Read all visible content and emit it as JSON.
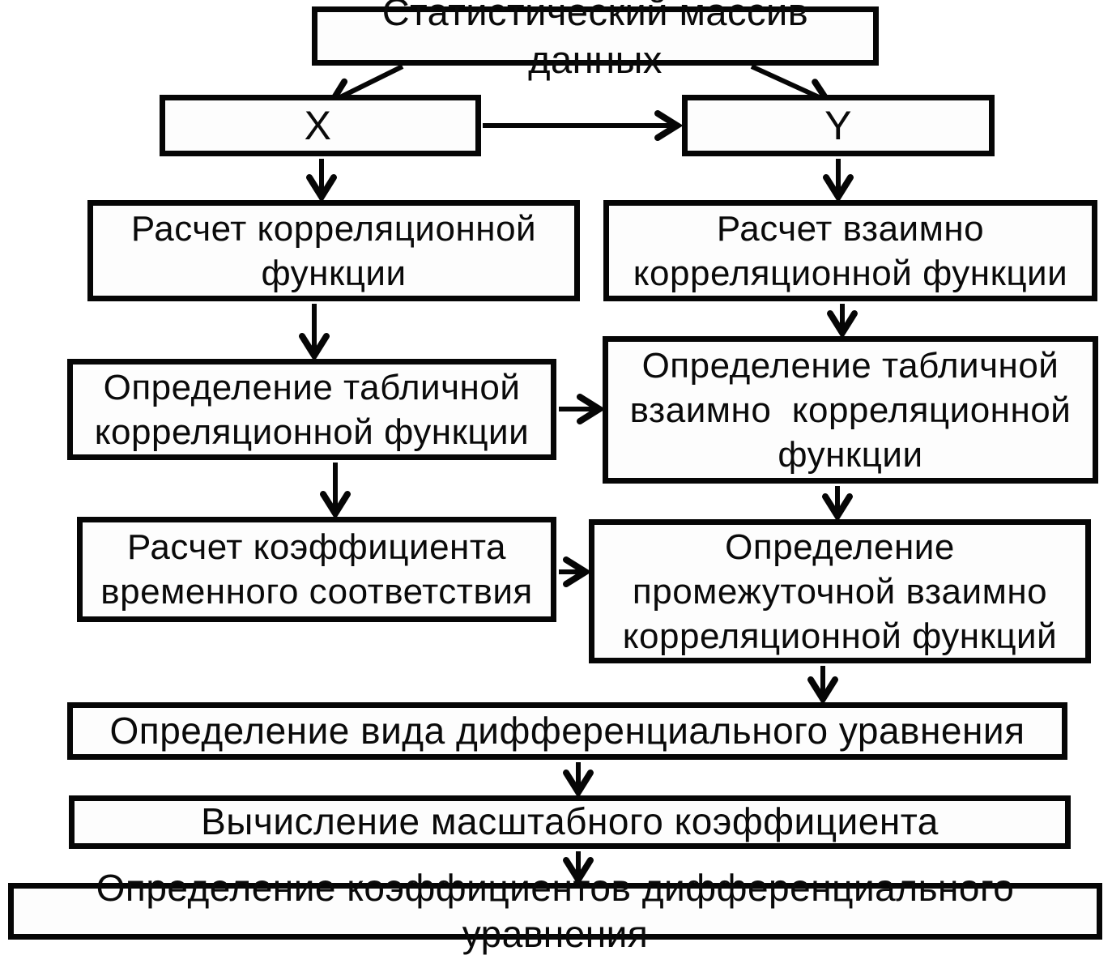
{
  "colors": {
    "ink": "#060606",
    "background": "#ffffff"
  },
  "diagram": {
    "nodes": {
      "source": {
        "label": "Статистический массив данных"
      },
      "x_series": {
        "label": "X"
      },
      "y_series": {
        "label": "Y"
      },
      "calc_corr": {
        "label": "Расчет корреляционной\nфункции"
      },
      "calc_cross_corr": {
        "label": "Расчет взаимно\nкорреляционной функции"
      },
      "def_table_corr": {
        "label": "Определение табличной\nкорреляционной функции"
      },
      "def_table_cross_corr": {
        "label": "Определение табличной\nвзаимно  корреляционной\nфункции"
      },
      "calc_time_coef": {
        "label": "Расчет коэффициента\nвременного соответствия"
      },
      "def_interim_cross_corr": {
        "label": "Определение\nпромежуточной взаимно\nкорреляционной функций"
      },
      "def_eq_type": {
        "label": "Определение вида дифференциального уравнения"
      },
      "calc_scale_coef": {
        "label": "Вычисление масштабного коэффициента"
      },
      "def_eq_coef": {
        "label": "Определение коэффициентов дифференциального уравнения"
      }
    },
    "edges": [
      {
        "from": "source",
        "to": "x_series"
      },
      {
        "from": "source",
        "to": "y_series"
      },
      {
        "from": "x_series",
        "to": "y_series"
      },
      {
        "from": "x_series",
        "to": "calc_corr"
      },
      {
        "from": "y_series",
        "to": "calc_cross_corr"
      },
      {
        "from": "calc_corr",
        "to": "def_table_corr"
      },
      {
        "from": "calc_cross_corr",
        "to": "def_table_cross_corr"
      },
      {
        "from": "def_table_corr",
        "to": "def_table_cross_corr"
      },
      {
        "from": "def_table_corr",
        "to": "calc_time_coef"
      },
      {
        "from": "def_table_cross_corr",
        "to": "def_interim_cross_corr"
      },
      {
        "from": "calc_time_coef",
        "to": "def_interim_cross_corr"
      },
      {
        "from": "def_interim_cross_corr",
        "to": "def_eq_type"
      },
      {
        "from": "def_eq_type",
        "to": "calc_scale_coef"
      },
      {
        "from": "calc_scale_coef",
        "to": "def_eq_coef"
      }
    ]
  }
}
